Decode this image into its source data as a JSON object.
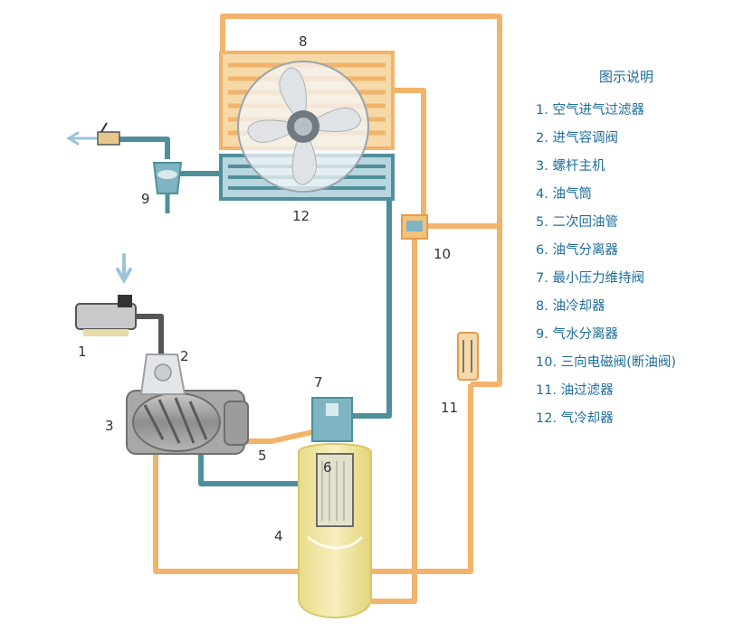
{
  "colors": {
    "pipe_orange": "#f2b36a",
    "pipe_teal": "#4f8f9c",
    "cooler_teal": "#7fb5c2",
    "tank_yellow": "#f2e7a3",
    "legend_text": "#1f6e9e"
  },
  "legend": {
    "title": "图示说明",
    "items": [
      "1. 空气进气过滤器",
      "2. 进气容调阀",
      "3. 螺杆主机",
      "4. 油气筒",
      "5. 二次回油管",
      "6. 油气分离器",
      "7. 最小压力维持阀",
      "8. 油冷却器",
      "9. 气水分离器",
      "10. 三向电磁阀(断油阀)",
      "11. 油过滤器",
      "12. 气冷却器"
    ]
  },
  "labels": {
    "n1": "1",
    "n2": "2",
    "n3": "3",
    "n4": "4",
    "n5": "5",
    "n6": "6",
    "n7": "7",
    "n8": "8",
    "n9": "9",
    "n10": "10",
    "n11": "11",
    "n12": "12"
  },
  "icons": {
    "inlet_arrow": "arrow-down-icon",
    "outlet_arrow": "arrow-left-icon",
    "fan": "fan-icon"
  }
}
